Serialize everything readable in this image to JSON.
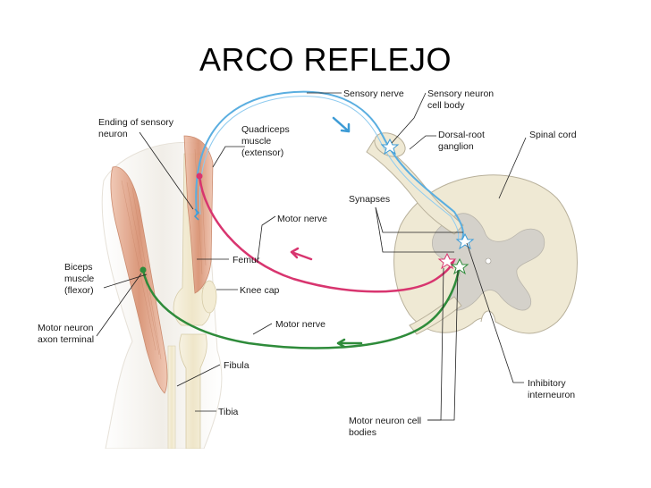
{
  "title": "ARCO REFLEJO",
  "labels": {
    "ending_sensory": [
      "Ending of sensory",
      "neuron"
    ],
    "quadriceps": [
      "Quadriceps",
      "muscle",
      "(extensor)"
    ],
    "sensory_nerve": "Sensory nerve",
    "sensory_cell_body": [
      "Sensory neuron",
      "cell body"
    ],
    "dorsal_root": [
      "Dorsal-root",
      "ganglion"
    ],
    "spinal_cord": "Spinal cord",
    "synapses": "Synapses",
    "motor_nerve_top": "Motor nerve",
    "femur": "Femur",
    "knee_cap": "Knee cap",
    "biceps": [
      "Biceps",
      "muscle",
      "(flexor)"
    ],
    "motor_neuron_terminal": [
      "Motor neuron",
      "axon terminal"
    ],
    "motor_nerve_bottom": "Motor nerve",
    "fibula": "Fibula",
    "tibia": "Tibia",
    "inhibitory": [
      "Inhibitory",
      "interneuron"
    ],
    "motor_cell_bodies": [
      "Motor neuron cell",
      "bodies"
    ]
  },
  "colors": {
    "sensory": "#5aaee0",
    "motor_extensor": "#d8356f",
    "motor_flexor": "#2e8b3a",
    "muscle": "#e2a98e",
    "bone": "#f3ecd4",
    "cord_white": "#efe9d4",
    "cord_gray": "#d4d1ca"
  }
}
